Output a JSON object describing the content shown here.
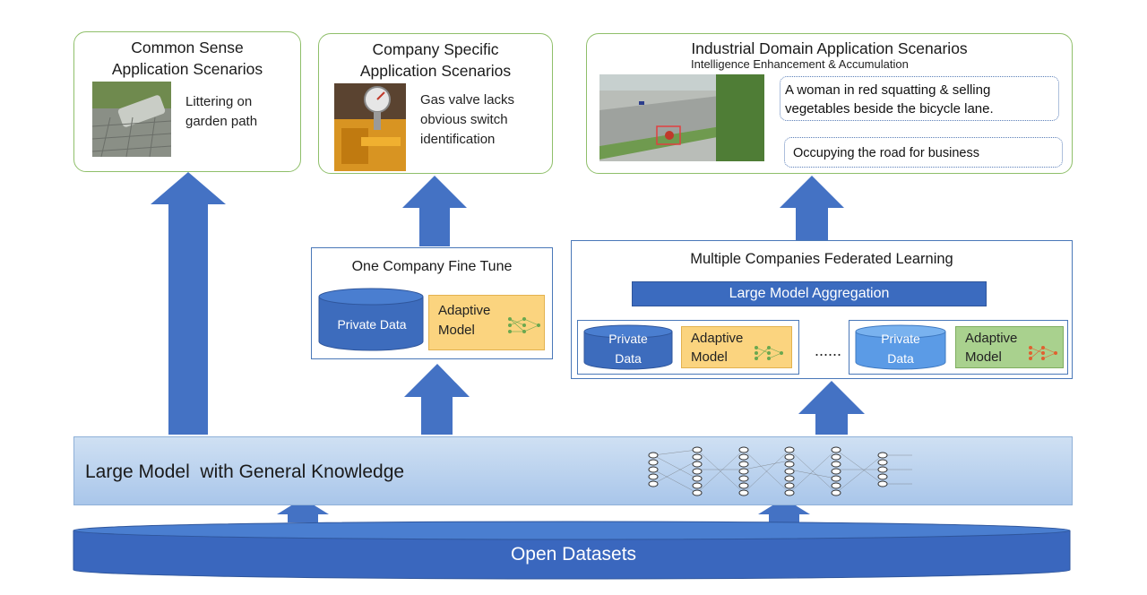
{
  "common_sense": {
    "title_line1": "Common Sense",
    "title_line2": "Application Scenarios",
    "desc": [
      "Littering on",
      "garden path"
    ]
  },
  "company_specific": {
    "title_line1": "Company Specific",
    "title_line2": "Application Scenarios",
    "desc": [
      "Gas valve lacks",
      "obvious switch",
      "identification"
    ]
  },
  "industrial": {
    "title": "Industrial Domain Application Scenarios",
    "subtitle": "Intelligence Enhancement & Accumulation",
    "observation": [
      "A woman in red squatting & selling",
      "vegetables beside the bicycle lane."
    ],
    "conclusion": "Occupying the road for business"
  },
  "fine_tune": {
    "title": "One Company Fine Tune",
    "private_data": "Private Data",
    "adaptive": [
      "Adaptive",
      "Model"
    ]
  },
  "federated": {
    "title": "Multiple Companies Federated Learning",
    "aggregation": "Large Model Aggregation",
    "company_a": {
      "private_data": [
        "Private",
        "Data"
      ],
      "adaptive": [
        "Adaptive",
        "Model"
      ]
    },
    "ellipsis": "......",
    "company_b": {
      "private_data": [
        "Private",
        "Data"
      ],
      "adaptive": [
        "Adaptive",
        "Model"
      ]
    }
  },
  "large_model": {
    "label": "Large Model  with General Knowledge"
  },
  "open_datasets": {
    "label": "Open Datasets"
  },
  "colors": {
    "arrow": "#4472c4",
    "green_border": "#8fbf6a",
    "blue_border": "#4a78b8",
    "adaptive_yellow": "#fbd47f",
    "adaptive_green": "#a9d18e",
    "aggregation_bar": "#3b6bbf",
    "link_green": "#4caf50",
    "link_orange": "#f0932b"
  }
}
